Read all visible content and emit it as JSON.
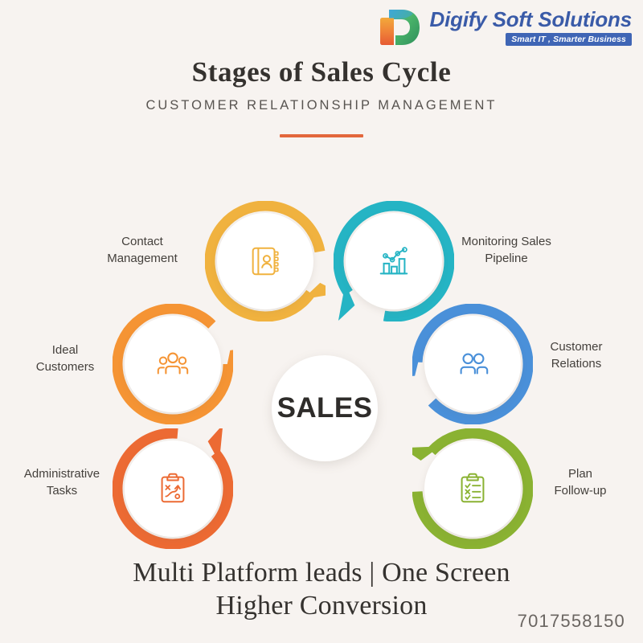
{
  "brand": {
    "logo_icon": "digify-d-logo-icon",
    "name": "Digify Soft Solutions",
    "tagline": "Smart IT , Smarter Business",
    "wordmark_color": "#3a5ba8",
    "tagline_bg_color": "#3f65b5"
  },
  "header": {
    "title": "Stages of Sales Cycle",
    "subtitle": "CUSTOMER RELATIONSHIP MANAGEMENT",
    "divider_color": "#e3673c"
  },
  "diagram": {
    "center_label": "SALES",
    "nodes": [
      {
        "id": "contact-management",
        "label": "Contact\nManagement",
        "label_line1": "Contact",
        "label_line2": "Management",
        "icon": "contact-book-icon",
        "color": "#f0b23f",
        "position": "top-left"
      },
      {
        "id": "monitoring-sales-pipeline",
        "label_line1": "Monitoring Sales",
        "label_line2": "Pipeline",
        "icon": "bar-chart-trend-icon",
        "color": "#25b4c4",
        "position": "top-right"
      },
      {
        "id": "customer-relations",
        "label_line1": "Customer",
        "label_line2": "Relations",
        "icon": "two-people-icon",
        "color": "#4a90d9",
        "position": "middle-right"
      },
      {
        "id": "plan-follow-up",
        "label_line1": "Plan",
        "label_line2": "Follow-up",
        "icon": "clipboard-checklist-icon",
        "color": "#8ab232",
        "position": "bottom-right"
      },
      {
        "id": "administrative-tasks",
        "label_line1": "Administrative",
        "label_line2": "Tasks",
        "icon": "clipboard-strategy-icon",
        "color": "#ec6a33",
        "position": "bottom-left"
      },
      {
        "id": "ideal-customers",
        "label_line1": "Ideal",
        "label_line2": "Customers",
        "icon": "three-people-group-icon",
        "color": "#f59434",
        "position": "middle-left"
      }
    ]
  },
  "footer": {
    "line1": "Multi Platform leads | One Screen",
    "line2": "Higher Conversion",
    "phone": "7017558150"
  },
  "theme": {
    "background": "#f7f3f0",
    "text_dark": "#35322f",
    "text_muted": "#585450"
  }
}
